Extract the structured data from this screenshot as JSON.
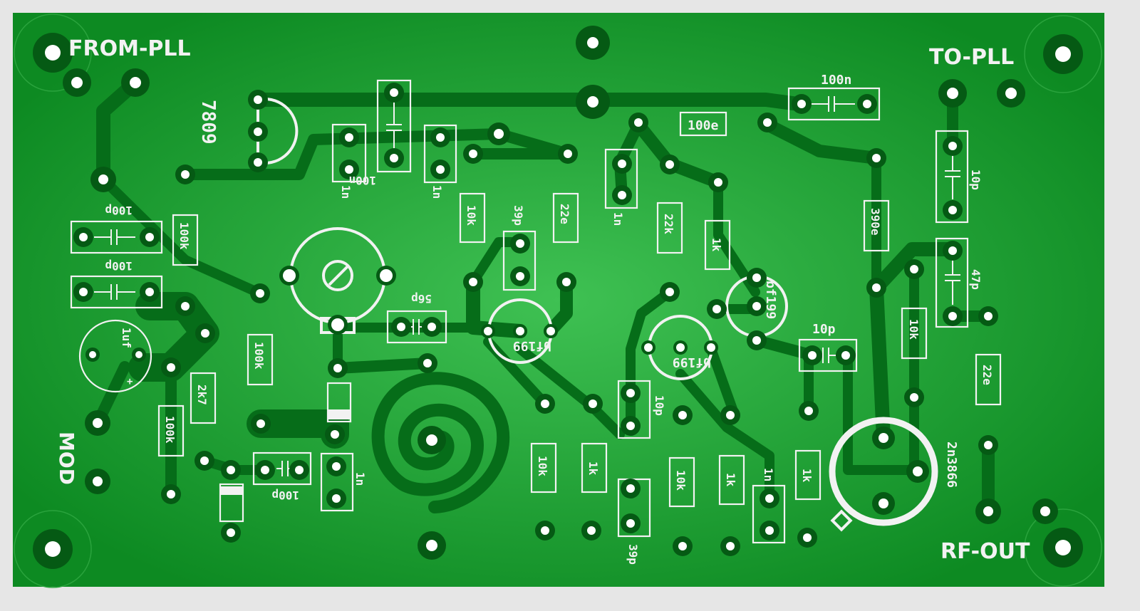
{
  "board": {
    "colors": {
      "substrate": "#e6e6e6",
      "board": "#0d8a22",
      "board_glow": "#35b548",
      "track": "#066d19",
      "pad": "#055a14",
      "hole": "#ffffff",
      "silkscreen": "#f2f2f2"
    }
  },
  "connectors": {
    "from_pll": "FROM-PLL",
    "to_pll": "TO-PLL",
    "mod": "MOD",
    "rf_out": "RF-OUT"
  },
  "components": {
    "reg_7809": "7809",
    "c_100n_top": "100n",
    "c_100n_right": "100n",
    "c_1n_a": "1n",
    "c_1n_b": "1n",
    "c_1n_c": "1n",
    "c_1n_d": "1n",
    "c_1n_e": "1n",
    "r_100e": "100e",
    "r_10k_a": "10k",
    "r_10k_b": "10k",
    "r_10k_c": "10k",
    "r_10k_d": "10k",
    "r_22e_a": "22e",
    "r_22e_b": "22e",
    "r_22k": "22k",
    "r_1k_a": "1k",
    "r_1k_b": "1k",
    "r_1k_c": "1k",
    "r_1k_d": "1k",
    "r_390e": "390e",
    "r_100k_a": "100k",
    "r_100k_b": "100k",
    "r_100k_c": "100k",
    "r_2k7": "2k7",
    "c_100p_a": "100p",
    "c_100p_b": "100p",
    "c_100p_c": "100p",
    "c_39p_a": "39p",
    "c_39p_b": "39p",
    "c_56p": "56p",
    "c_10p_a": "10p",
    "c_10p_b": "10p",
    "c_10p_c": "10p",
    "c_47p": "47p",
    "c_1uf": "1uf",
    "c_1uf_plus": "+",
    "q_bf199_a": "bf199",
    "q_bf199_b": "bf199",
    "q_bf199_c": "bf199",
    "q_2n3866": "2n3866"
  }
}
